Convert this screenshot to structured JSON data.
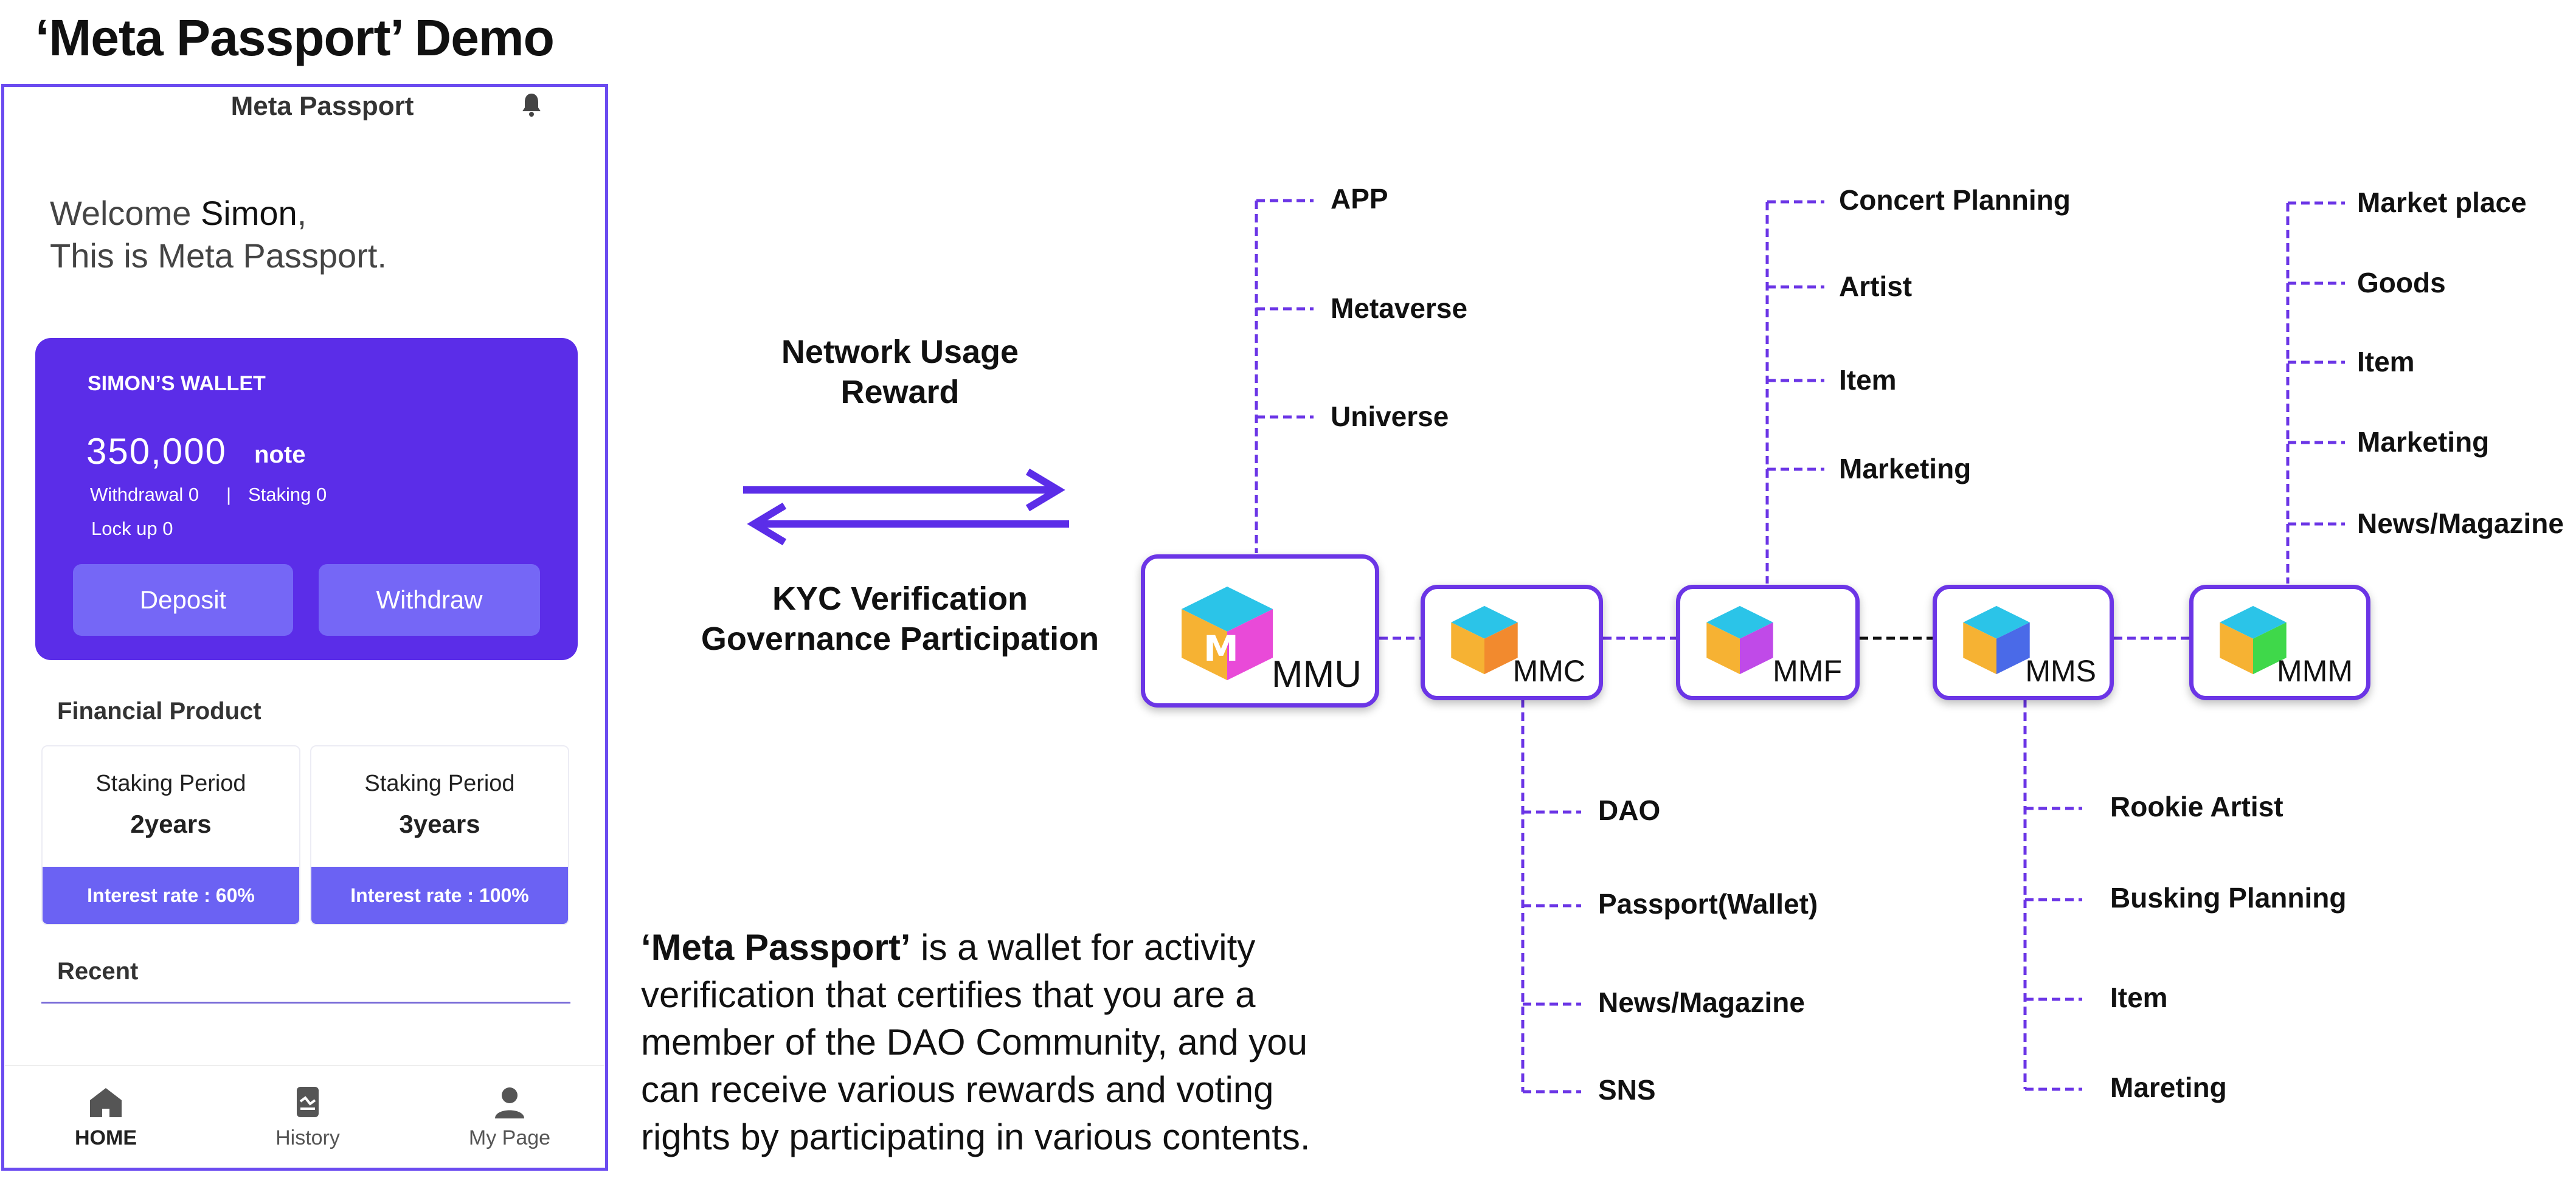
{
  "page_title": "‘Meta Passport’ Demo",
  "phone": {
    "app_title": "Meta Passport",
    "welcome_prefix": "Welcome ",
    "welcome_name": "Simon",
    "welcome_suffix": ",",
    "welcome_line2": "This is Meta Passport.",
    "wallet": {
      "title": "SIMON’S WALLET",
      "amount": "350,000",
      "unit": "note",
      "withdrawal": "Withdrawal 0",
      "separator": "|",
      "staking": "Staking 0",
      "lockup": "Lock up 0",
      "deposit_label": "Deposit",
      "withdraw_label": "Withdraw",
      "color": "#5b2de8"
    },
    "financial_product": {
      "title": "Financial Product",
      "cards": [
        {
          "period_label": "Staking Period",
          "period_value": "2years",
          "rate": "Interest rate : 60%"
        },
        {
          "period_label": "Staking Period",
          "period_value": "3years",
          "rate": "Interest rate : 100%"
        }
      ]
    },
    "recent_title": "Recent",
    "nav": [
      {
        "label": "HOME",
        "icon": "home-icon",
        "active": true
      },
      {
        "label": "History",
        "icon": "document-icon",
        "active": false
      },
      {
        "label": "My Page",
        "icon": "user-icon",
        "active": false
      }
    ]
  },
  "exchange": {
    "top_line1": "Network Usage",
    "top_line2": "Reward",
    "bottom_line1": "KYC Verification",
    "bottom_line2": "Governance Participation"
  },
  "nodes": {
    "mmu": {
      "label": "MMU",
      "children": [
        "APP",
        "Metaverse",
        "Universe"
      ]
    },
    "mmc": {
      "label": "MMC",
      "children": [
        "DAO",
        "Passport(Wallet)",
        "News/Magazine",
        "SNS"
      ]
    },
    "mmf": {
      "label": "MMF",
      "children": [
        "Concert Planning",
        "Artist",
        "Item",
        "Marketing"
      ]
    },
    "mms": {
      "label": "MMS",
      "children": [
        "Rookie Artist",
        "Busking Planning",
        "Item",
        "Mareting"
      ]
    },
    "mmm": {
      "label": "MMM",
      "children": [
        "Market place",
        "Goods",
        "Item",
        "Marketing",
        "News/Magazine"
      ]
    }
  },
  "description": {
    "bold": "‘Meta Passport’",
    "rest": " is a wallet for activity verification that certifies that you are a member of the DAO Community, and you can receive various rewards and voting rights by participating in various contents."
  },
  "colors": {
    "accent": "#6b35e6",
    "wallet": "#5b2de8",
    "button": "#7567f6",
    "rate_bar": "#6b62f3"
  }
}
